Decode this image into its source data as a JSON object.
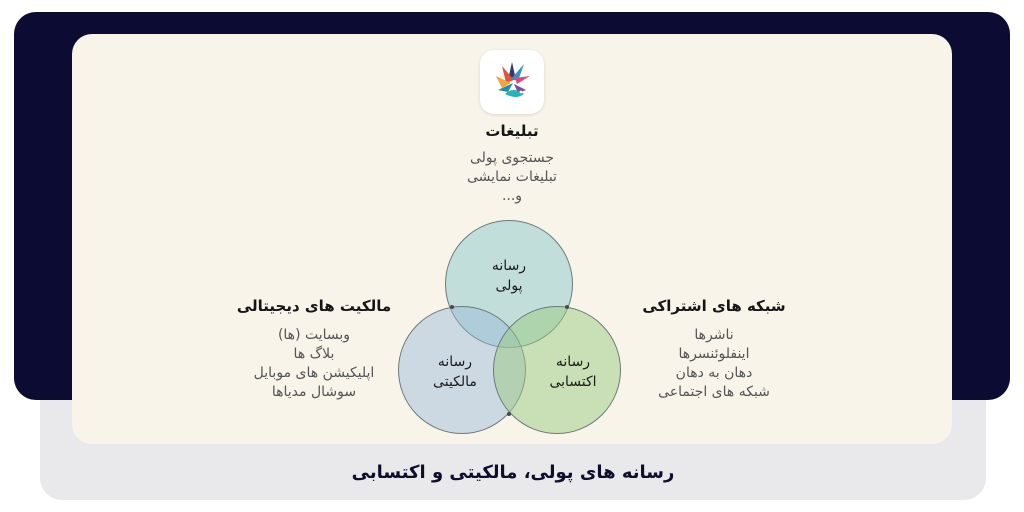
{
  "top": {
    "title": "تبلیغات",
    "lines": [
      "جستجوی پولی",
      "تبلیغات نمایشی",
      "و..."
    ]
  },
  "right": {
    "title": "شبکه های اشتراکی",
    "lines": [
      "ناشرها",
      "اینفلوئنسرها",
      "دهان به دهان",
      "شبکه های اجتماعی"
    ]
  },
  "left": {
    "title": "مالکیت های دیجیتالی",
    "lines": [
      "وبسایت (ها)",
      "بلاگ ها",
      "اپلیکیشن های موبایل",
      "سوشال مدیاها"
    ]
  },
  "venn": {
    "paid": [
      "رسانه",
      "پولی"
    ],
    "owned": [
      "رسانه",
      "مالکیتی"
    ],
    "earned": [
      "رسانه",
      "اکتسابی"
    ]
  },
  "caption": "رسانه های پولی، مالکیتی و اکتسابی",
  "colors": {
    "navy": "#0b0b33",
    "card": "#f8f4ea",
    "paid_circle": "#8bc7c9",
    "owned_circle": "#96b5da",
    "earned_circle": "#99ca82"
  }
}
